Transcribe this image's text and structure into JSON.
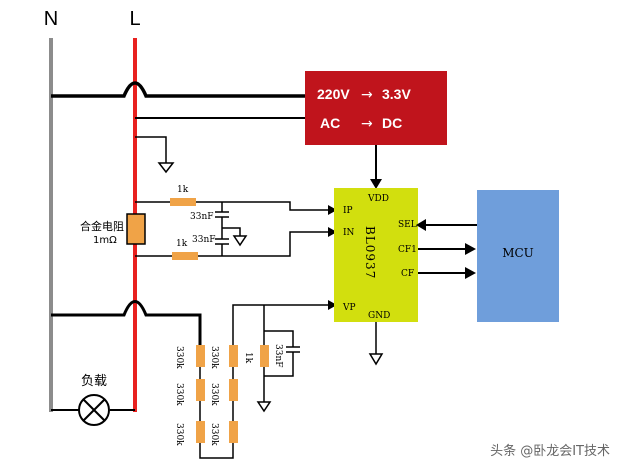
{
  "rails": {
    "neutral_label": "N",
    "line_label": "L"
  },
  "converter": {
    "line1_left": "220V",
    "line1_arrow": "→",
    "line1_right": "3.3V",
    "line2_left": "AC",
    "line2_arrow": "→",
    "line2_right": "DC"
  },
  "chip": {
    "name": "BL0937",
    "pins": {
      "vdd": "VDD",
      "ip": "IP",
      "in": "IN",
      "vp": "VP",
      "gnd": "GND",
      "sel": "SEL",
      "cf1": "CF1",
      "cf": "CF"
    }
  },
  "mcu": {
    "label": "MCU"
  },
  "shunt": {
    "label_line1": "合金电阻",
    "label_line2": "1mΩ"
  },
  "components": {
    "r_ip": "1k",
    "r_in": "1k",
    "c_ip": "33nF",
    "c_in": "33nF",
    "r_vp": "1k",
    "c_vp": "33nF",
    "r_div": [
      "330k",
      "330k",
      "330k",
      "330k",
      "330k",
      "330k"
    ]
  },
  "load": {
    "label": "负载"
  },
  "watermark": "头条 @卧龙会IT技术",
  "colors": {
    "line_rail": "#e8211f",
    "neutral_rail": "#8c8c8c",
    "converter": "#c0141c",
    "chip": "#d2df0e",
    "mcu": "#6f9edb",
    "resistor": "#f0a347"
  }
}
